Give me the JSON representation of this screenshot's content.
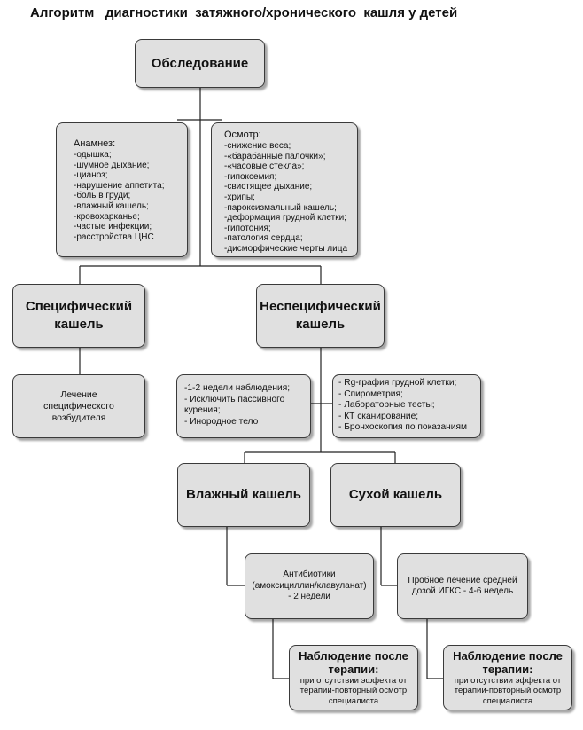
{
  "title": "Алгоритм   диагностики  затяжного/хронического  кашля у детей",
  "nodes": {
    "obsledovanie": "Обследование",
    "anamnez": {
      "heading": "Анамнез:",
      "items": [
        "-одышка;",
        "-шумное дыхание;",
        "-цианоз;",
        "-нарушение аппетита;",
        "-боль в груди;",
        "-влажный кашель;",
        "-кровохарканье;",
        "-частые инфекции;",
        "-расстройства ЦНС"
      ]
    },
    "osmotr": {
      "heading": "Осмотр:",
      "items": [
        "-снижение веса;",
        "-«барабанные палочки»;",
        "-«часовые стекла»;",
        "-гипоксемия;",
        "-свистящее дыхание;",
        "-хрипы;",
        "-пароксизмальный кашель;",
        "-деформация грудной клетки;",
        "-гипотония;",
        "-патология сердца;",
        "-дисморфические черты лица"
      ]
    },
    "specific": [
      "Специфический",
      "кашель"
    ],
    "nonspecific": [
      "Неспецифический",
      "кашель"
    ],
    "treatment_specific": [
      "Лечение",
      "специфического",
      "возбудителя"
    ],
    "observation": [
      "-1-2 недели наблюдения;",
      "- Исключить пассивного",
      "курения;",
      "-  Инородное тело"
    ],
    "tests": [
      "- Rg-графия грудной клетки;",
      "- Спирометрия;",
      "- Лабораторные тесты;",
      "- КТ сканирование;",
      "- Бронхоскопия по показаниям"
    ],
    "wet": "Влажный кашель",
    "dry": "Сухой кашель",
    "antibiotics": [
      "Антибиотики",
      "(амоксициллин/клавуланат)",
      "- 2 недели"
    ],
    "igks": [
      "Пробное лечение средней",
      "дозой ИГКС - 4-6 недель"
    ],
    "after_wet": {
      "heading": [
        "Наблюдение после",
        "терапии:"
      ],
      "body": [
        "при отсутствии эффекта от",
        "терапии-повторный осмотр",
        "специалиста"
      ]
    },
    "after_dry": {
      "heading": [
        "Наблюдение после",
        "терапии:"
      ],
      "body": [
        "при отсутствии эффекта от",
        "терапии-повторный осмотр",
        "специалиста"
      ]
    }
  },
  "colors": {
    "box_fill": "#e0e0e0",
    "border": "#3a3a3a",
    "line": "#222222"
  }
}
